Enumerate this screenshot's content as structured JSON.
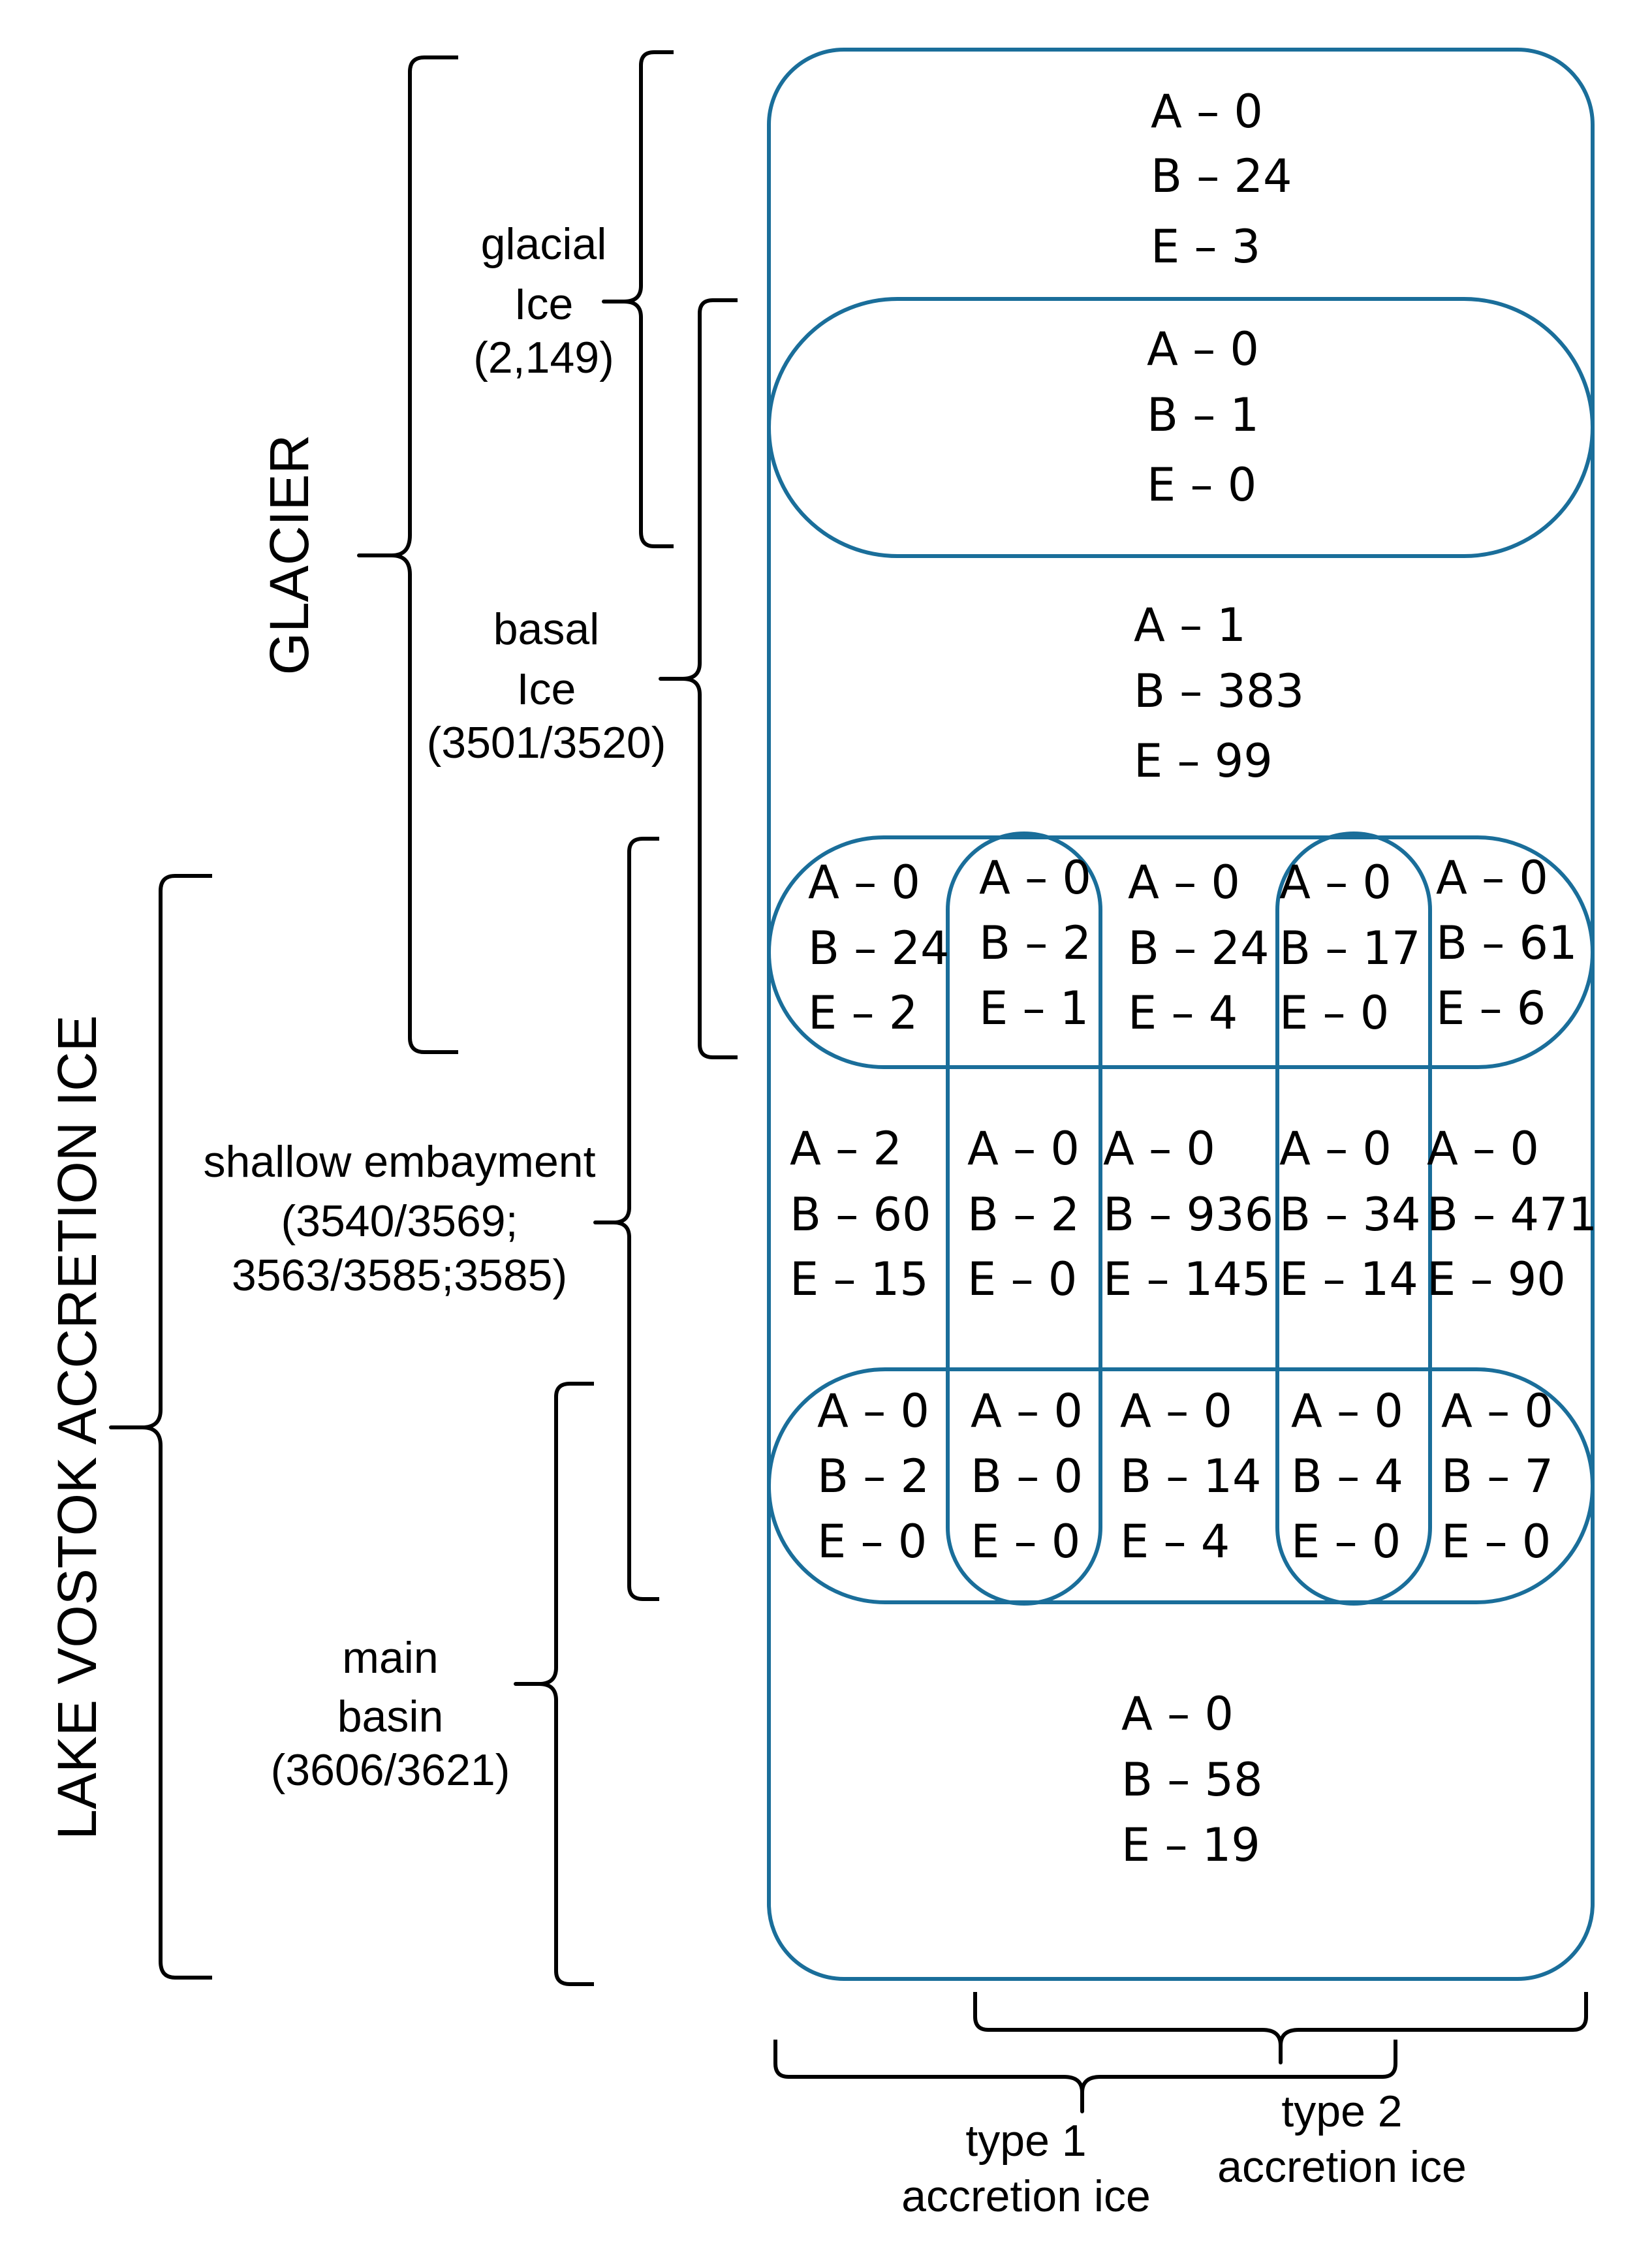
{
  "colors": {
    "region_stroke": "#1a6e9a",
    "bracket_stroke": "#000000"
  },
  "labels": {
    "glacier": "GLACIER",
    "lake_vostok": "LAKE VOSTOK ACCRETION ICE",
    "glacial_ice": [
      "glacial",
      "Ice",
      "(2,149)"
    ],
    "basal_ice": [
      "basal",
      "Ice",
      "(3501/3520)"
    ],
    "shallow_embayment": [
      "shallow embayment",
      "(3540/3569;",
      "3563/3585;3585)"
    ],
    "main_basin": [
      "main",
      "basin",
      "(3606/3621)"
    ],
    "type1": [
      "type 1",
      "accretion ice"
    ],
    "type2": [
      "type 2",
      "accretion ice"
    ]
  },
  "regions": {
    "glacial_only": [
      "A – 0",
      "B – 24",
      "E – 3"
    ],
    "glacial_basal": [
      "A – 0",
      "B – 1",
      "E – 0"
    ],
    "basal_only": [
      "A – 1",
      "B – 383",
      "E – 99"
    ],
    "basal_shallow": [
      [
        "A – 0",
        "B – 24",
        "E – 2"
      ],
      [
        "A – 0",
        "B – 2",
        "E – 1"
      ],
      [
        "A – 0",
        "B – 24",
        "E – 4"
      ],
      [
        "A – 0",
        "B – 17",
        "E – 0"
      ],
      [
        "A – 0",
        "B – 61",
        "E – 6"
      ]
    ],
    "shallow_only": [
      [
        "A – 2",
        "B – 60",
        "E – 15"
      ],
      [
        "A – 0",
        "B – 2",
        "E – 0"
      ],
      [
        "A – 0",
        "B – 936",
        "E – 145"
      ],
      [
        "A – 0",
        "B – 34",
        "E – 14"
      ],
      [
        "A – 0",
        "B – 471",
        "E – 90"
      ]
    ],
    "shallow_main": [
      [
        "A – 0",
        "B – 2",
        "E – 0"
      ],
      [
        "A – 0",
        "B – 0",
        "E – 0"
      ],
      [
        "A – 0",
        "B – 14",
        "E – 4"
      ],
      [
        "A – 0",
        "B – 4",
        "E – 0"
      ],
      [
        "A – 0",
        "B – 7",
        "E – 0"
      ]
    ],
    "main_only": [
      "A – 0",
      "B – 58",
      "E – 19"
    ]
  }
}
